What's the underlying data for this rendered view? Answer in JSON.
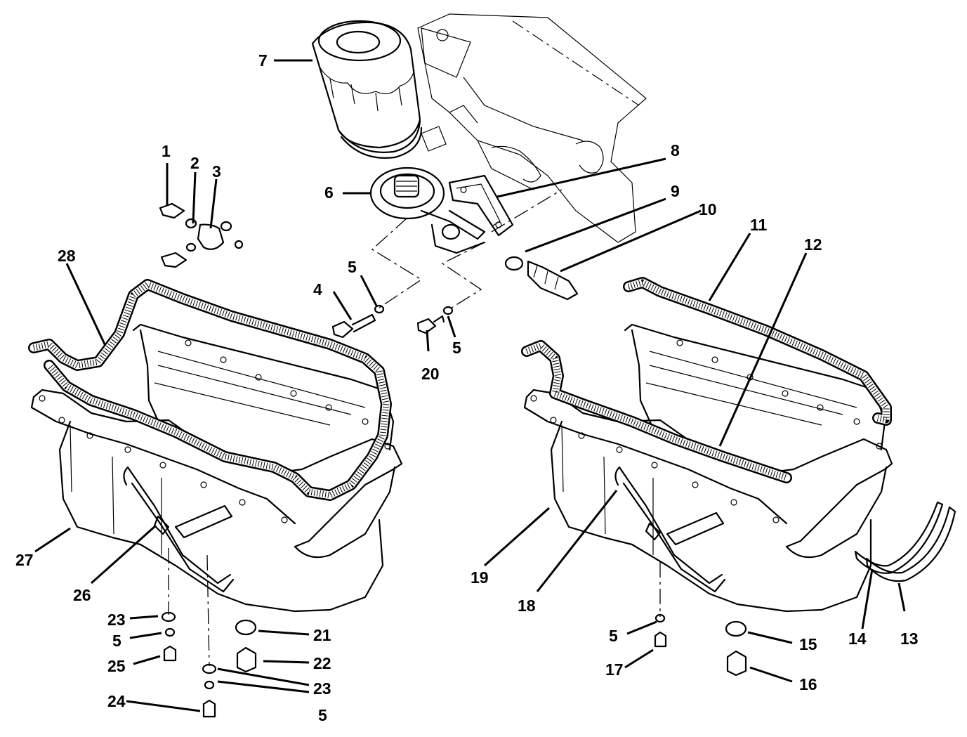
{
  "diagram": {
    "callouts": [
      {
        "id": "c1",
        "text": "1"
      },
      {
        "id": "c2",
        "text": "2"
      },
      {
        "id": "c3",
        "text": "3"
      },
      {
        "id": "c4",
        "text": "4"
      },
      {
        "id": "c5a",
        "text": "5"
      },
      {
        "id": "c5b",
        "text": "5"
      },
      {
        "id": "c5c",
        "text": "5"
      },
      {
        "id": "c5d",
        "text": "5"
      },
      {
        "id": "c5e",
        "text": "5"
      },
      {
        "id": "c6",
        "text": "6"
      },
      {
        "id": "c7",
        "text": "7"
      },
      {
        "id": "c8",
        "text": "8"
      },
      {
        "id": "c9",
        "text": "9"
      },
      {
        "id": "c10",
        "text": "10"
      },
      {
        "id": "c11",
        "text": "11"
      },
      {
        "id": "c12",
        "text": "12"
      },
      {
        "id": "c13",
        "text": "13"
      },
      {
        "id": "c14",
        "text": "14"
      },
      {
        "id": "c15",
        "text": "15"
      },
      {
        "id": "c16",
        "text": "16"
      },
      {
        "id": "c17",
        "text": "17"
      },
      {
        "id": "c18",
        "text": "18"
      },
      {
        "id": "c19",
        "text": "19"
      },
      {
        "id": "c20",
        "text": "20"
      },
      {
        "id": "c21",
        "text": "21"
      },
      {
        "id": "c22",
        "text": "22"
      },
      {
        "id": "c23a",
        "text": "23"
      },
      {
        "id": "c23b",
        "text": "23"
      },
      {
        "id": "c24",
        "text": "24"
      },
      {
        "id": "c25",
        "text": "25"
      },
      {
        "id": "c26",
        "text": "26"
      },
      {
        "id": "c27",
        "text": "27"
      },
      {
        "id": "c28",
        "text": "28"
      }
    ]
  }
}
